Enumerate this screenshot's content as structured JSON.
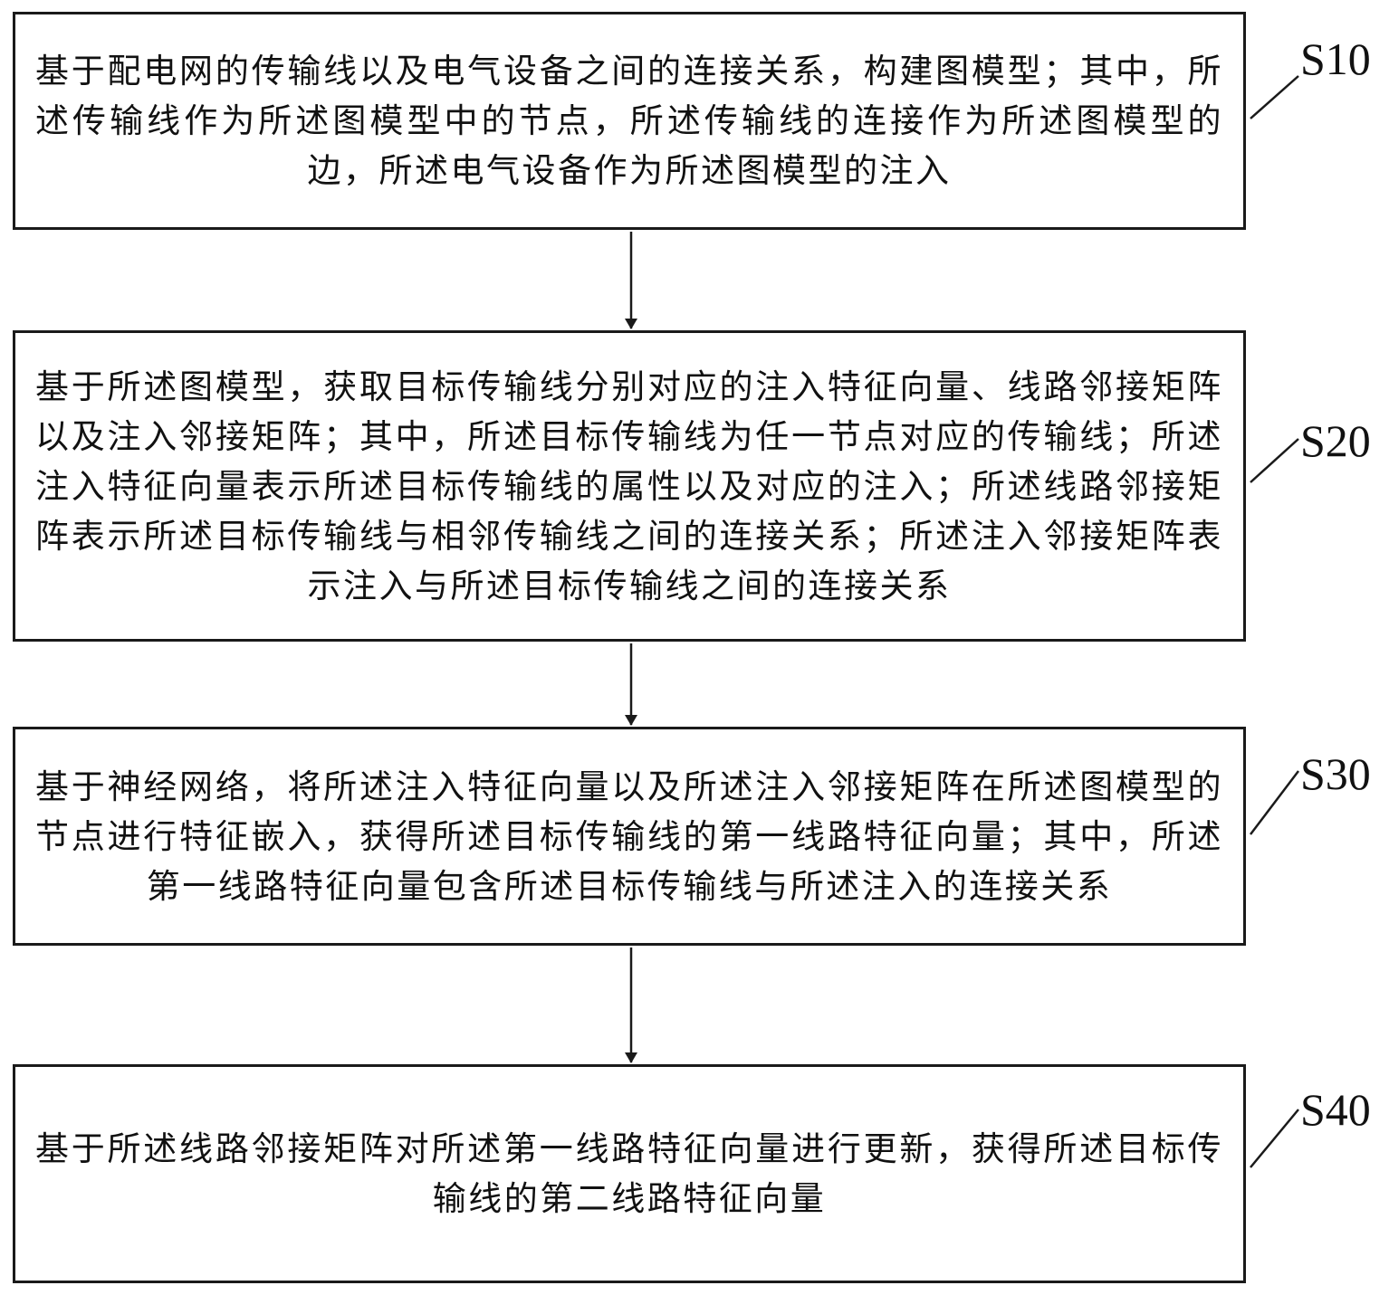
{
  "steps": [
    {
      "id": "S10",
      "text": "基于配电网的传输线以及电气设备之间的连接关系，构建图模型；其中，所述传输线作为所述图模型中的节点，所述传输线的连接作为所述图模型的边，所述电气设备作为所述图模型的注入"
    },
    {
      "id": "S20",
      "text": "基于所述图模型，获取目标传输线分别对应的注入特征向量、线路邻接矩阵以及注入邻接矩阵；其中，所述目标传输线为任一节点对应的传输线；所述注入特征向量表示所述目标传输线的属性以及对应的注入；所述线路邻接矩阵表示所述目标传输线与相邻传输线之间的连接关系；所述注入邻接矩阵表示注入与所述目标传输线之间的连接关系"
    },
    {
      "id": "S30",
      "text": "基于神经网络，将所述注入特征向量以及所述注入邻接矩阵在所述图模型的节点进行特征嵌入，获得所述目标传输线的第一线路特征向量；其中，所述第一线路特征向量包含所述目标传输线与所述注入的连接关系"
    },
    {
      "id": "S40",
      "text": "基于所述线路邻接矩阵对所述第一线路特征向量进行更新，获得所述目标传输线的第二线路特征向量"
    }
  ]
}
